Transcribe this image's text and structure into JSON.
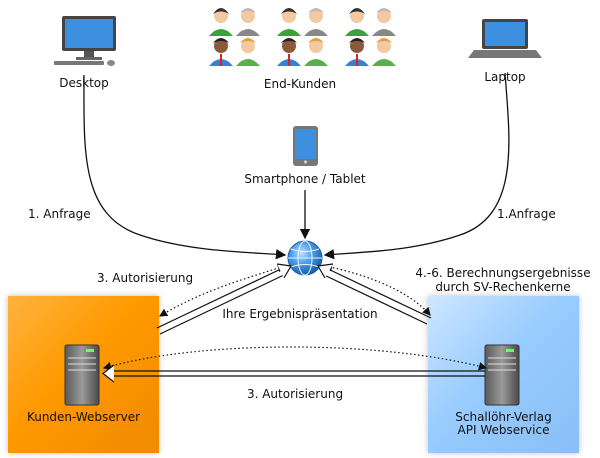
{
  "nodes": {
    "desktop": "Desktop",
    "end_customers": "End-Kunden",
    "laptop": "Laptop",
    "smartphone": "Smartphone / Tablet",
    "customer_server": "Kunden-Webserver",
    "api_line1": "Schallöhr-Verlag",
    "api_line2": "API Webservice"
  },
  "edges": {
    "request_left": "1. Anfrage",
    "request_right": "1.Anfrage",
    "auth_top": "3. Autorisierung",
    "auth_bottom": "3. Autorisierung",
    "results_line1": "4.-6. Berechnungsergebnisse",
    "results_line2": "durch SV-Rechenkerne",
    "presentation": "Ihre Ergebnispräsentation"
  },
  "colors": {
    "server_box": "#ff9900",
    "api_box": "#99ccff",
    "globe": "#2f7fd0"
  }
}
